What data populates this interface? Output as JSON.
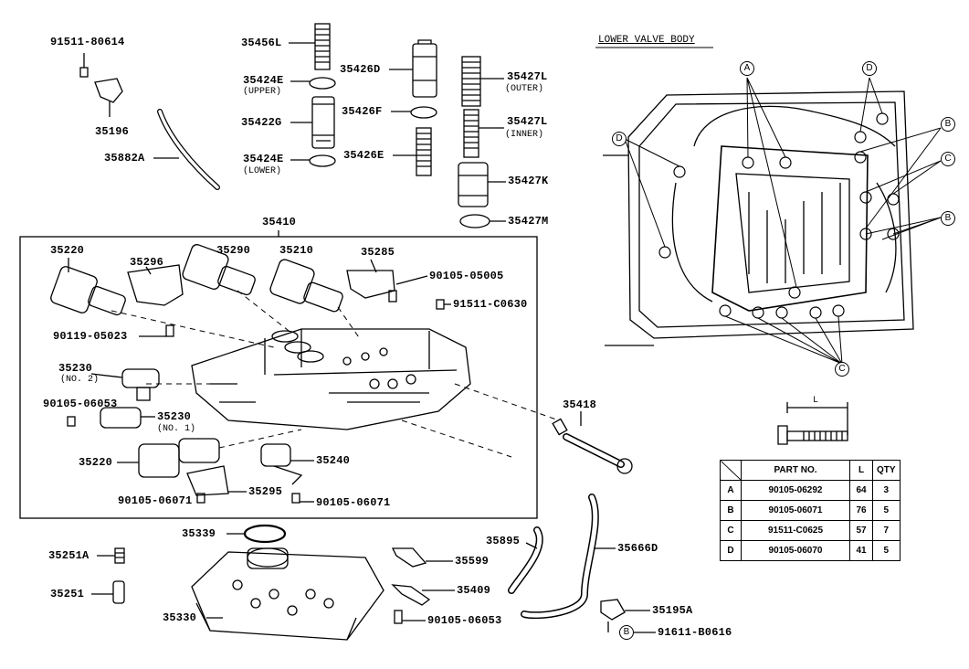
{
  "diagram": {
    "section_title": "LOWER VALVE BODY",
    "labels": {
      "p91511_80614": "91511-80614",
      "p35196": "35196",
      "p35882A": "35882A",
      "p35456L": "35456L",
      "p35424E_upper": "35424E",
      "upper": "(UPPER)",
      "p35422G": "35422G",
      "p35424E_lower": "35424E",
      "lower": "(LOWER)",
      "p35426D": "35426D",
      "p35426F": "35426F",
      "p35426E": "35426E",
      "p35427L_outer": "35427L",
      "outer": "(OUTER)",
      "p35427L_inner": "35427L",
      "inner": "(INNER)",
      "p35427K": "35427K",
      "p35427M": "35427M",
      "p35410": "35410",
      "p35220_top": "35220",
      "p35296": "35296",
      "p35290": "35290",
      "p35210": "35210",
      "p35285": "35285",
      "p90105_05005": "90105-05005",
      "p91511_C0630": "91511-C0630",
      "p90119_05023": "90119-05023",
      "p35230_no2": "35230",
      "no2": "(NO. 2)",
      "p90105_06053_left": "90105-06053",
      "p35230_no1": "35230",
      "no1": "(NO. 1)",
      "p35220_bottom": "35220",
      "p35240": "35240",
      "p90105_06071_left": "90105-06071",
      "p35295": "35295",
      "p90105_06071_right": "90105-06071",
      "p35418": "35418",
      "p35339": "35339",
      "p35251A": "35251A",
      "p35251": "35251",
      "p35330": "35330",
      "p35599": "35599",
      "p35409": "35409",
      "p90105_06053_bottom": "90105-06053",
      "p35895": "35895",
      "p35666D": "35666D",
      "p35195A": "35195A",
      "p91611_B0616": "91611-B0616"
    },
    "callouts": {
      "A": "A",
      "B": "B",
      "C": "C",
      "D": "D",
      "bolt_B": "B"
    },
    "bolt_dimension": "L"
  },
  "parts_table": {
    "headers": [
      "",
      "PART NO.",
      "L",
      "QTY"
    ],
    "rows": [
      [
        "A",
        "90105-06292",
        "64",
        "3"
      ],
      [
        "B",
        "90105-06071",
        "76",
        "5"
      ],
      [
        "C",
        "91511-C0625",
        "57",
        "7"
      ],
      [
        "D",
        "90105-06070",
        "41",
        "5"
      ]
    ]
  }
}
